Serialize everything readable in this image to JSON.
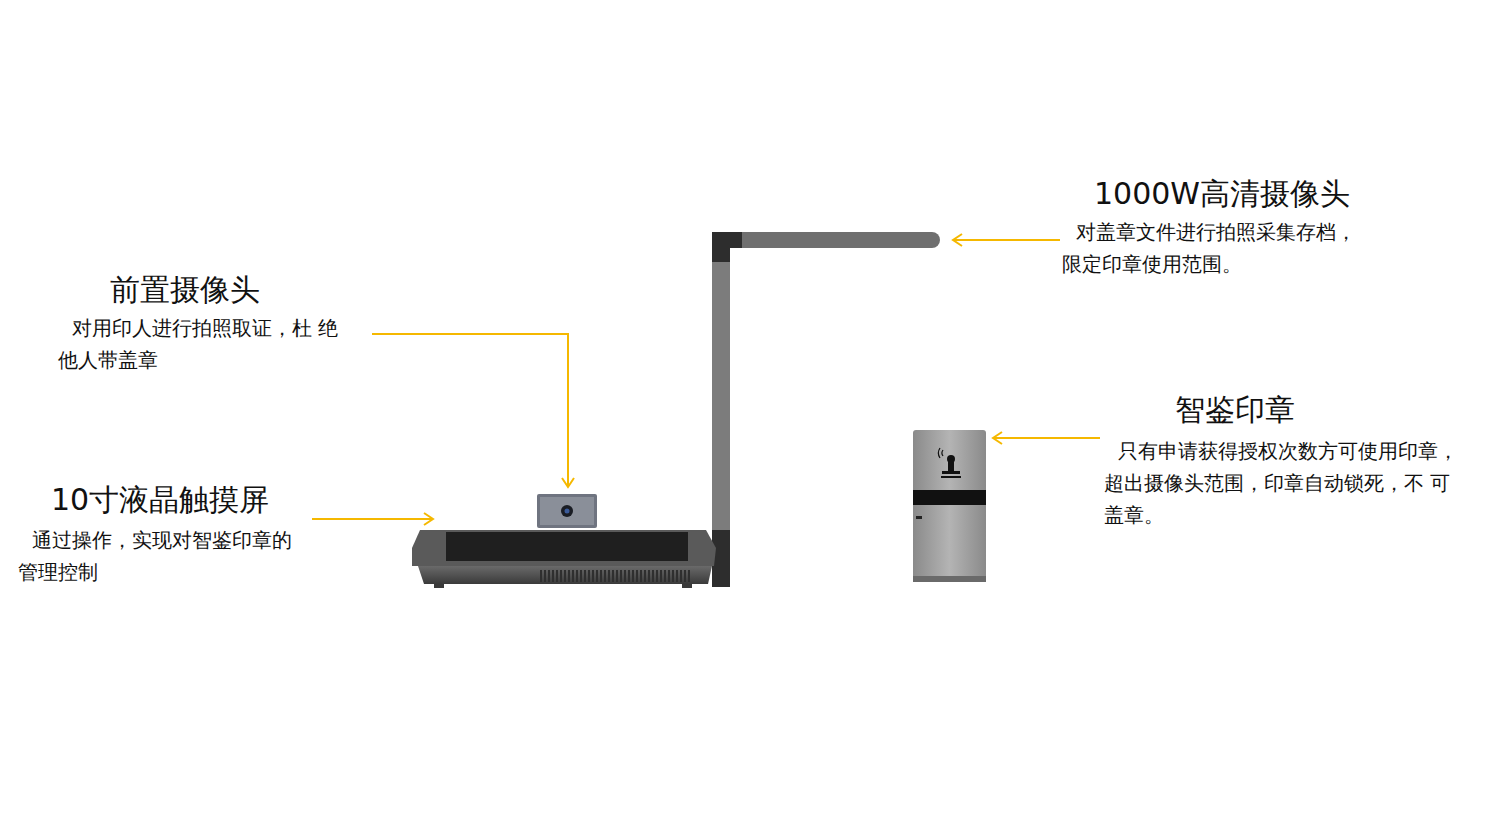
{
  "diagram": {
    "labels": [
      "1000W高清摄像头",
      "对盖章文件进行拍照采集存档， 限定印章使用范围。",
      "前置摄像头",
      "对用印人进行拍照取证，杜 绝他人带盖章",
      "智鉴印章",
      "只有申请获得授权次数方可使用印章， 超出摄像头范围，印章自动锁死，不 可盖章。",
      "10寸液晶触摸屏",
      "通过操作，实现对智鉴印章的管理控制"
    ]
  }
}
